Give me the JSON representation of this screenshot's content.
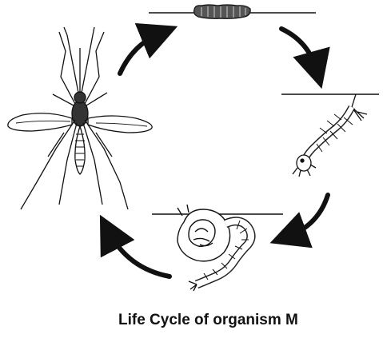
{
  "caption": "Life Cycle of organism M",
  "colors": {
    "ink": "#111111",
    "background": "#ffffff"
  },
  "stages": [
    {
      "name": "eggs-raft"
    },
    {
      "name": "larva"
    },
    {
      "name": "pupa"
    },
    {
      "name": "adult-mosquito"
    }
  ],
  "arrows": [
    {
      "name": "arrow-adult-to-eggs"
    },
    {
      "name": "arrow-eggs-to-larva"
    },
    {
      "name": "arrow-larva-to-pupa"
    },
    {
      "name": "arrow-pupa-to-adult"
    }
  ]
}
